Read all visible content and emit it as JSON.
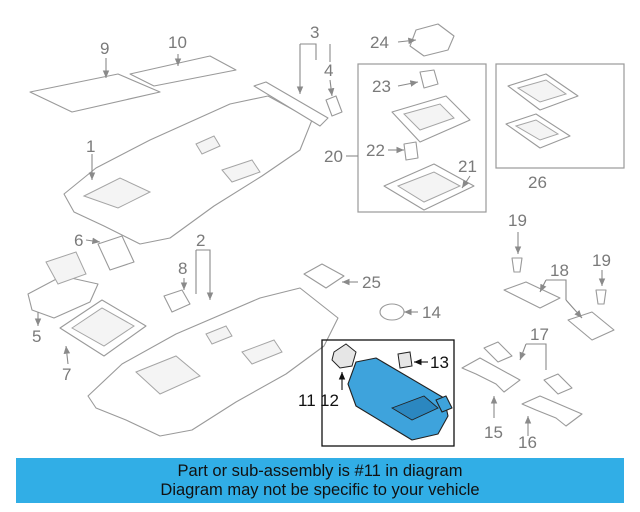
{
  "callouts": {
    "c1": "1",
    "c2": "2",
    "c3": "3",
    "c4": "4",
    "c5": "5",
    "c6": "6",
    "c7": "7",
    "c8": "8",
    "c9": "9",
    "c10": "10",
    "c11": "11",
    "c12": "12",
    "c13": "13",
    "c14": "14",
    "c15": "15",
    "c16": "16",
    "c17": "17",
    "c18": "18",
    "c19a": "19",
    "c19b": "19",
    "c20": "20",
    "c21": "21",
    "c22": "22",
    "c23": "23",
    "c24": "24",
    "c25": "25",
    "c26": "26"
  },
  "highlight": {
    "part_number": "11",
    "color": "#3ea3dc"
  },
  "banner": {
    "line1": "Part or sub-assembly is #11 in diagram",
    "line2": "Diagram may not be specific to your vehicle",
    "background": "#31aee6"
  }
}
